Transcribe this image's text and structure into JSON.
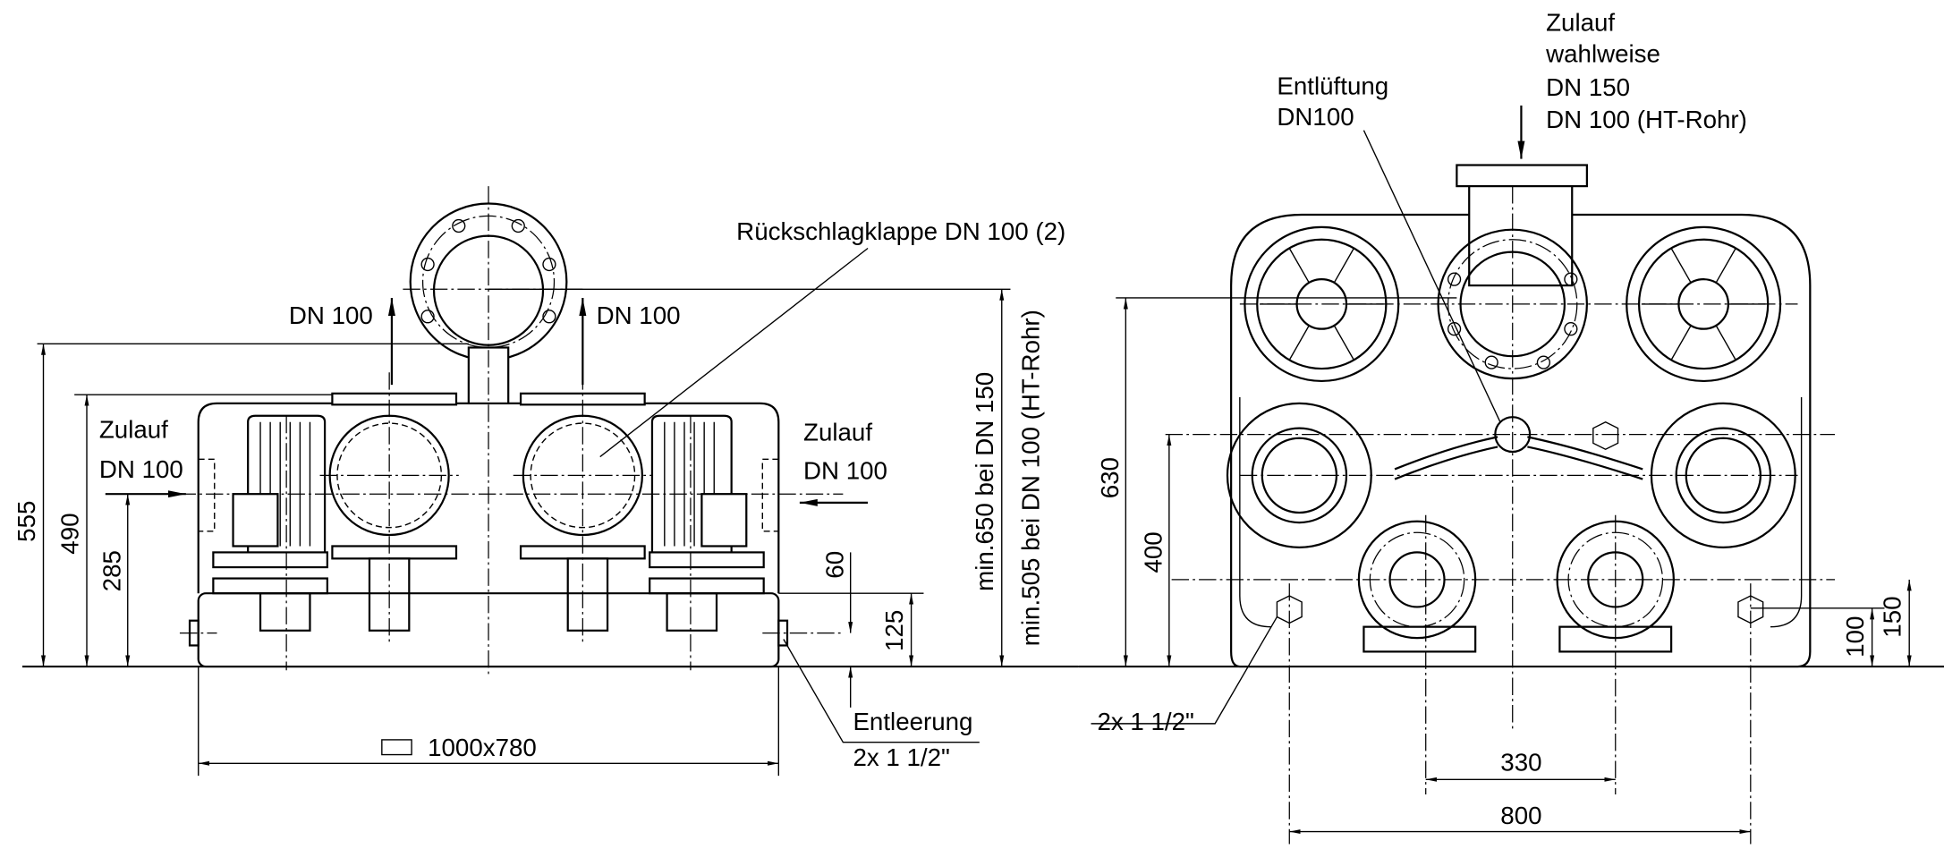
{
  "front_view": {
    "check_valve_label": "Rückschlagklappe DN 100 (2)",
    "outlet_left": "DN 100",
    "outlet_right": "DN 100",
    "inlet_left": {
      "title": "Zulauf",
      "size": "DN 100"
    },
    "inlet_right": {
      "title": "Zulauf",
      "size": "DN 100"
    },
    "dim_555": "555",
    "dim_490": "490",
    "dim_285": "285",
    "dim_60": "60",
    "dim_125": "125",
    "min_height_dn150": "min.650 bei DN 150",
    "min_height_dn100": "min.505 bei DN 100 (HT-Rohr)",
    "drain": {
      "title": "Entleerung",
      "size": "2x 1 1/2\""
    },
    "footprint": "1000x780"
  },
  "side_view": {
    "inlet": {
      "title": "Zulauf",
      "option": "wahlweise",
      "size1": "DN 150",
      "size2": "DN 100 (HT-Rohr)"
    },
    "vent": {
      "title": "Entlüftung",
      "size": "DN100"
    },
    "dim_630": "630",
    "dim_400": "400",
    "dim_330": "330",
    "dim_800": "800",
    "dim_100": "100",
    "dim_150": "150",
    "drain_size": "2x 1 1/2\""
  }
}
